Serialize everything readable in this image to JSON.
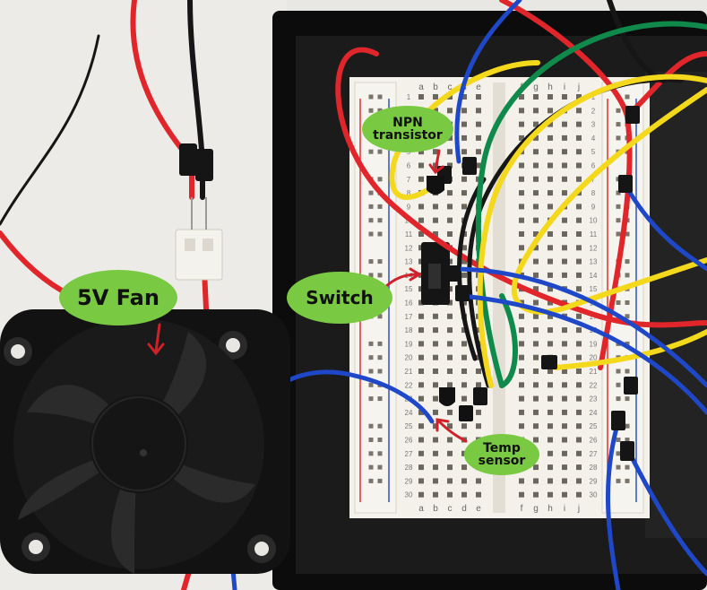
{
  "labels": {
    "fan": "5V Fan",
    "switch": "Switch",
    "npn_line1": "NPN",
    "npn_line2": "transistor",
    "temp_line1": "Temp",
    "temp_line2": "sensor"
  },
  "breadboard": {
    "columns_left": [
      "a",
      "b",
      "c",
      "d",
      "e"
    ],
    "columns_right": [
      "f",
      "g",
      "h",
      "i",
      "j"
    ],
    "row_numbers": [
      "1",
      "2",
      "3",
      "4",
      "5",
      "6",
      "7",
      "8",
      "9",
      "10",
      "11",
      "12",
      "13",
      "14",
      "15",
      "16",
      "17",
      "18",
      "19",
      "20",
      "21",
      "22",
      "23",
      "24",
      "25",
      "26",
      "27",
      "28",
      "29",
      "30"
    ]
  },
  "colors": {
    "label_green": "#7ac943",
    "arrow_red": "#d0202a",
    "wire_red": "#e0262b",
    "wire_black": "#161616",
    "wire_blue": "#1f48c8",
    "wire_yellow": "#f3d81c",
    "wire_green": "#0f8a4a",
    "breadboard": "#f4f1ea",
    "frame": "#0c0c0c",
    "fan_body": "#1a1a1a"
  },
  "icons": [
    "fan",
    "breadboard",
    "jumper-wire",
    "toggle-switch",
    "npn-transistor",
    "temperature-sensor",
    "connector"
  ]
}
